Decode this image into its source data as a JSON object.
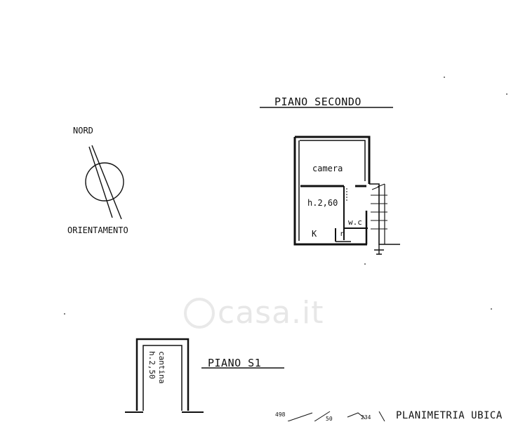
{
  "plan_upper": {
    "title": "PIANO SECONDO"
  },
  "compass": {
    "north": "NORD",
    "caption": "ORIENTAMENTO"
  },
  "rooms": {
    "camera": "camera",
    "height": "h.2,60",
    "wc": "w.c",
    "kitchen": "K",
    "r": "r"
  },
  "plan_basement": {
    "title": "PIANO S1",
    "room": "cantina",
    "height": "h.2,50"
  },
  "site_plan": {
    "title": "PLANIMETRIA UBICA",
    "parcels": [
      "498",
      "50",
      "234"
    ]
  },
  "watermark": {
    "text": "casa.it"
  }
}
